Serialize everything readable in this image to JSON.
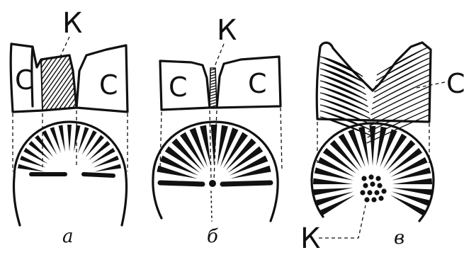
{
  "figures": [
    {
      "caption": "а",
      "pointer_label": "К",
      "block_labels": [
        "С",
        "С"
      ]
    },
    {
      "caption": "б",
      "pointer_label": "К",
      "block_labels": [
        "С",
        "С"
      ]
    },
    {
      "caption": "в",
      "pointer_label": "К",
      "block_labels": [
        "С"
      ]
    }
  ],
  "colors": {
    "ink": "#111111",
    "background": "#ffffff"
  }
}
